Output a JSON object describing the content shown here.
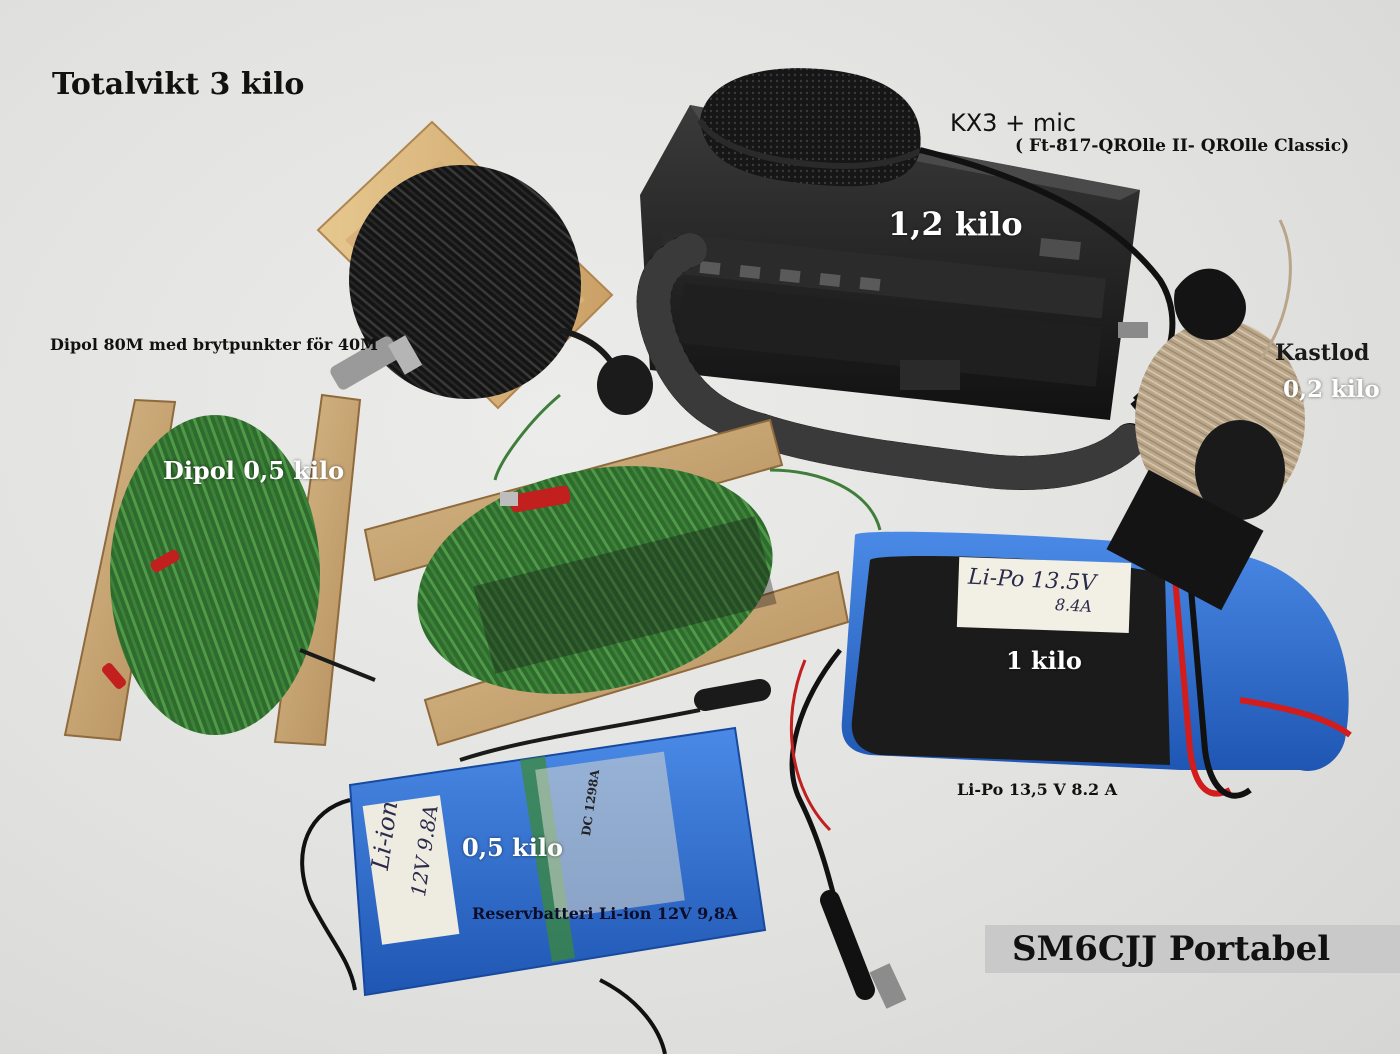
{
  "labels": {
    "total_weight": "Totalvikt 3 kilo",
    "radio_title": "KX3 + mic",
    "radio_alternatives": "( Ft-817-QROlle II- QROlle Classic)",
    "radio_weight": "1,2 kilo",
    "throw_weight": "Kastlod",
    "throw_weight_mass": "0,2 kilo",
    "dipole_description": "Dipol 80M med brytpunkter för 40M",
    "dipole_weight": "Dipol 0,5 kilo",
    "lipo_weight": "1 kilo",
    "lipo_description": "Li-Po 13,5 V 8.2 A",
    "liion_weight": "0,5 kilo",
    "liion_description": "Reservbatteri Li-ion 12V 9,8A",
    "brand": "SM6CJJ Portabel"
  },
  "photo_text": {
    "lipo_tag": "Li-Po 13.5V",
    "lipo_tag_2": "8.4A",
    "liion_tag": "Li-ion",
    "liion_tag_2": "12V 9.8A",
    "liion_model": "DC 1298A"
  },
  "colors": {
    "background": "#e4e4e2",
    "wood": "#c9a877",
    "wire_green": "#3f7d3a",
    "battery_blue": "#2f6fd0",
    "radio_black": "#1a1a1a",
    "brand_box": "#c9c9c9"
  }
}
